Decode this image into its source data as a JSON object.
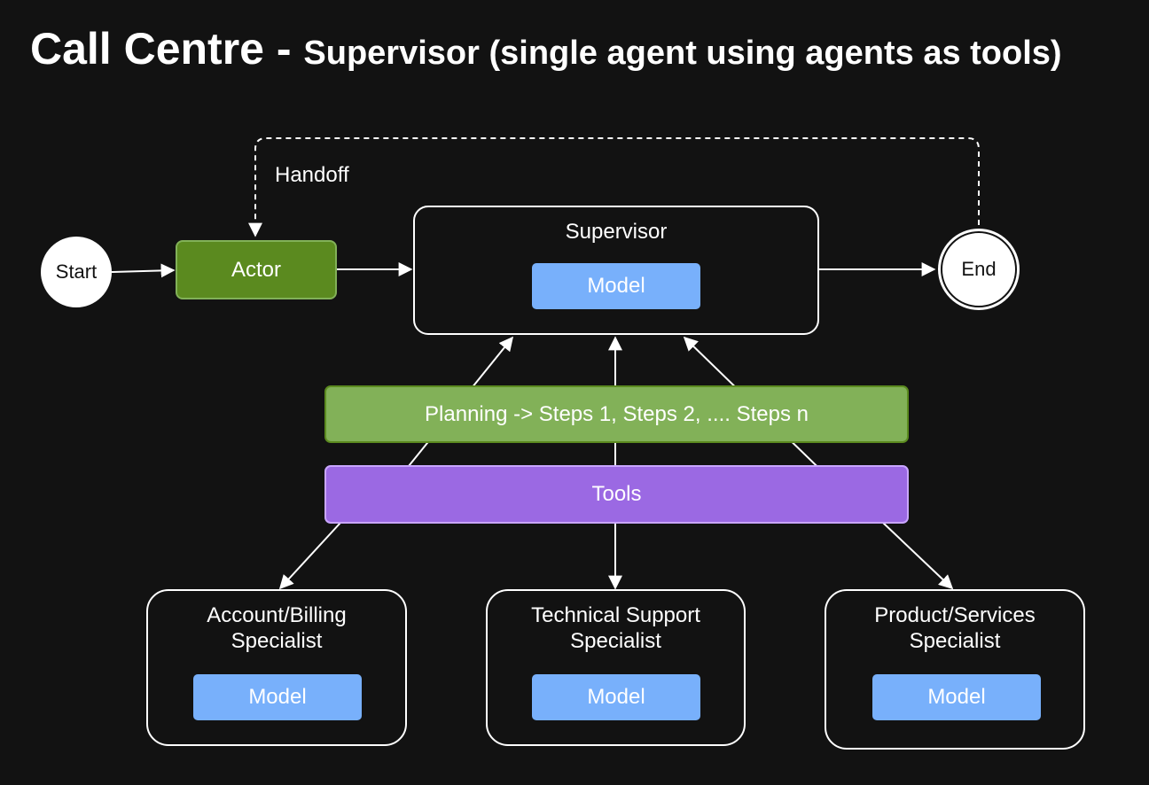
{
  "title": {
    "main": "Call Centre - ",
    "sub": "Supervisor (single agent using agents as tools)"
  },
  "nodes": {
    "start": "Start",
    "actor": "Actor",
    "supervisor": "Supervisor",
    "supervisor_model": "Model",
    "end": "End",
    "planning": "Planning -> Steps 1, Steps 2, .... Steps n",
    "tools": "Tools",
    "billing_line1": "Account/Billing",
    "billing_line2": "Specialist",
    "billing_model": "Model",
    "tech_line1": "Technical Support",
    "tech_line2": "Specialist",
    "tech_model": "Model",
    "product_line1": "Product/Services",
    "product_line2": "Specialist",
    "product_model": "Model"
  },
  "edges": {
    "handoff": "Handoff"
  },
  "colors": {
    "background": "#121212",
    "actor_fill": "#5b8a1f",
    "planning_fill": "#82b158",
    "tools_fill": "#9b69e3",
    "model_fill": "#78b0fb",
    "stroke": "#ffffff"
  }
}
